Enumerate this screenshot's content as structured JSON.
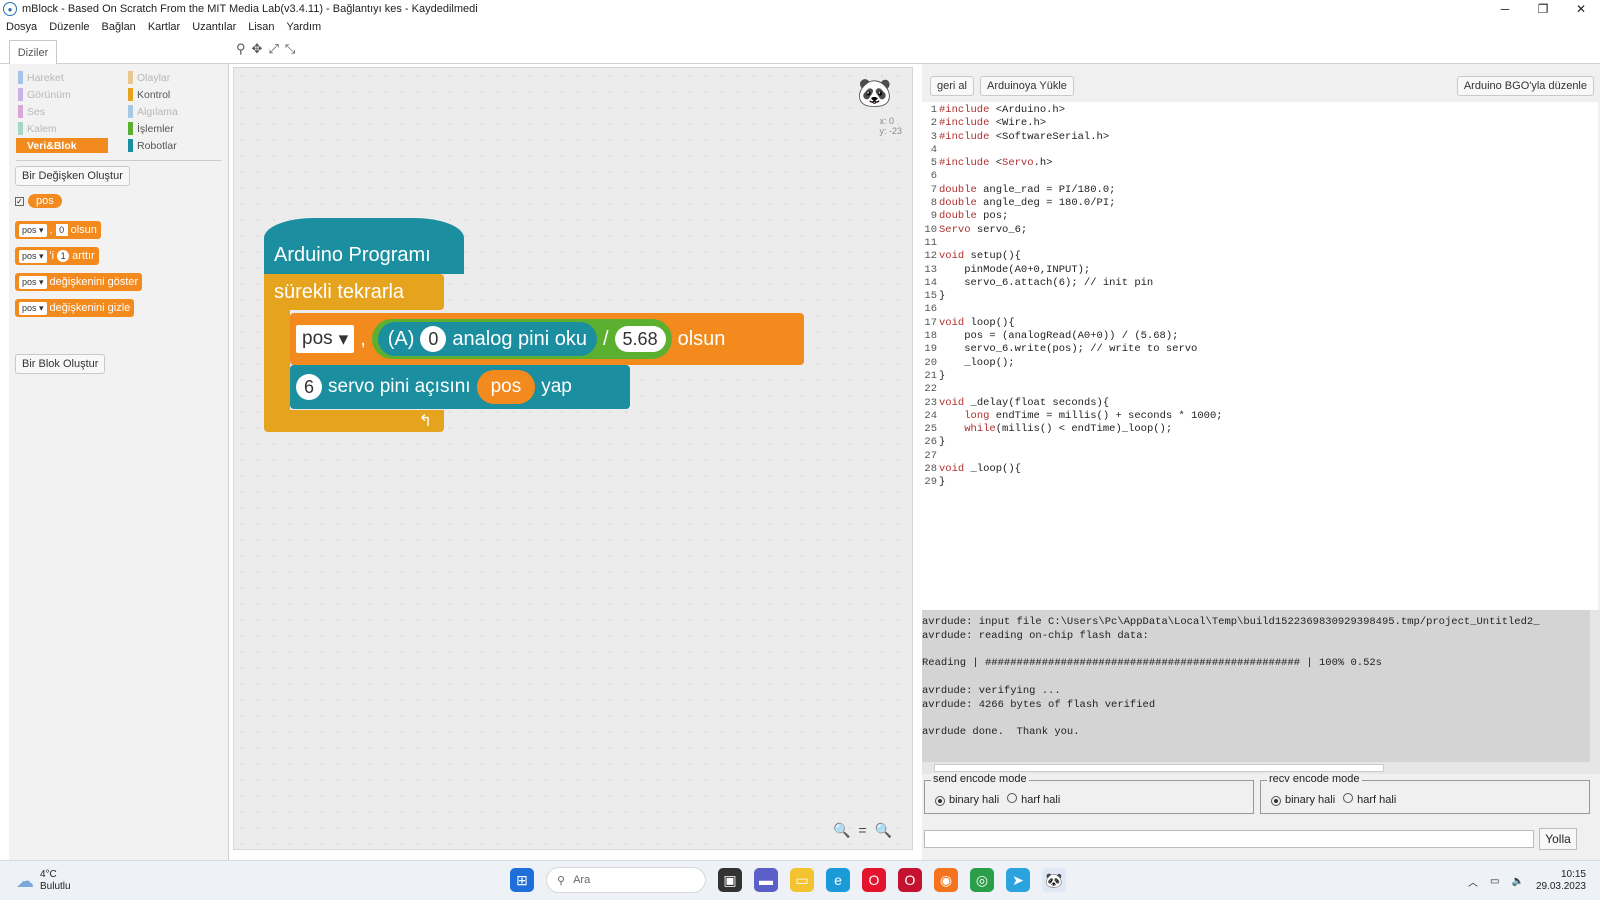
{
  "window": {
    "title": "mBlock - Based On Scratch From the MIT Media Lab(v3.4.11) - Bağlantıyı kes - Kaydedilmedi",
    "min": "─",
    "max": "❐",
    "close": "✕"
  },
  "menu": [
    "Dosya",
    "Düzenle",
    "Bağlan",
    "Kartlar",
    "Uzantılar",
    "Lisan",
    "Yardım"
  ],
  "tab": "Diziler",
  "categories": {
    "left": [
      {
        "label": "Hareket",
        "color": "#a8c3e8"
      },
      {
        "label": "Görünüm",
        "color": "#c9b2e6"
      },
      {
        "label": "Ses",
        "color": "#d8a6d8"
      },
      {
        "label": "Kalem",
        "color": "#a6d6c4"
      },
      {
        "label": "Veri&Blok",
        "color": "#f28a1e"
      }
    ],
    "right": [
      {
        "label": "Olaylar",
        "color": "#e8c88e"
      },
      {
        "label": "Kontrol",
        "color": "#e6a31e"
      },
      {
        "label": "Algılama",
        "color": "#a6c9e6"
      },
      {
        "label": "İşlemler",
        "color": "#5cb030"
      },
      {
        "label": "Robotlar",
        "color": "#1b8fa0"
      }
    ]
  },
  "palette": {
    "make_variable": "Bir Değişken Oluştur",
    "var_name": "pos",
    "set_label": "olsun",
    "set_value": "0",
    "change_label": "arttır",
    "change_value": "1",
    "show_label": "değişkenini göster",
    "hide_label": "değişkenini gizle",
    "make_block": "Bir Blok Oluştur"
  },
  "stage": {
    "x": "x: 0",
    "y": "y: -23"
  },
  "script": {
    "hat": "Arduino Programı",
    "forever": "sürekli tekrarla",
    "set_var": "pos",
    "comma": ",",
    "analog_prefix": "(A)",
    "analog_pin": "0",
    "analog_label": "analog pini oku",
    "div": "/",
    "divisor": "5.68",
    "set_suffix": "olsun",
    "servo_pin": "6",
    "servo_label": "servo pini açısını",
    "servo_var": "pos",
    "servo_suffix": "yap"
  },
  "code_panel": {
    "undo": "geri al",
    "upload": "Arduinoya Yükle",
    "edit_ide": "Arduino BGO'yla düzenle"
  },
  "code_lines": [
    "#include <Arduino.h>",
    "#include <Wire.h>",
    "#include <SoftwareSerial.h>",
    "",
    "#include <Servo.h>",
    "",
    "double angle_rad = PI/180.0;",
    "double angle_deg = 180.0/PI;",
    "double pos;",
    "Servo servo_6;",
    "",
    "void setup(){",
    "    pinMode(A0+0,INPUT);",
    "    servo_6.attach(6); // init pin",
    "}",
    "",
    "void loop(){",
    "    pos = (analogRead(A0+0)) / (5.68);",
    "    servo_6.write(pos); // write to servo",
    "    _loop();",
    "}",
    "",
    "void _delay(float seconds){",
    "    long endTime = millis() + seconds * 1000;",
    "    while(millis() < endTime)_loop();",
    "}",
    "",
    "void _loop(){",
    "}"
  ],
  "console_text": "avrdude: input file C:\\Users\\Pc\\AppData\\Local\\Temp\\build1522369830929398495.tmp/project_Untitled2_\navrdude: reading on-chip flash data:\n\nReading | ################################################## | 100% 0.52s\n\navrdude: verifying ...\navrdude: 4266 bytes of flash verified\n\navrdude done.  Thank you.",
  "encode": {
    "send_title": "send encode mode",
    "recv_title": "recv encode mode",
    "binary": "binary hali",
    "char": "harf hali"
  },
  "send_button": "Yolla",
  "taskbar": {
    "temp": "4°C",
    "weather": "Bulutlu",
    "search": "Ara",
    "time": "10:15",
    "date": "29.03.2023"
  }
}
